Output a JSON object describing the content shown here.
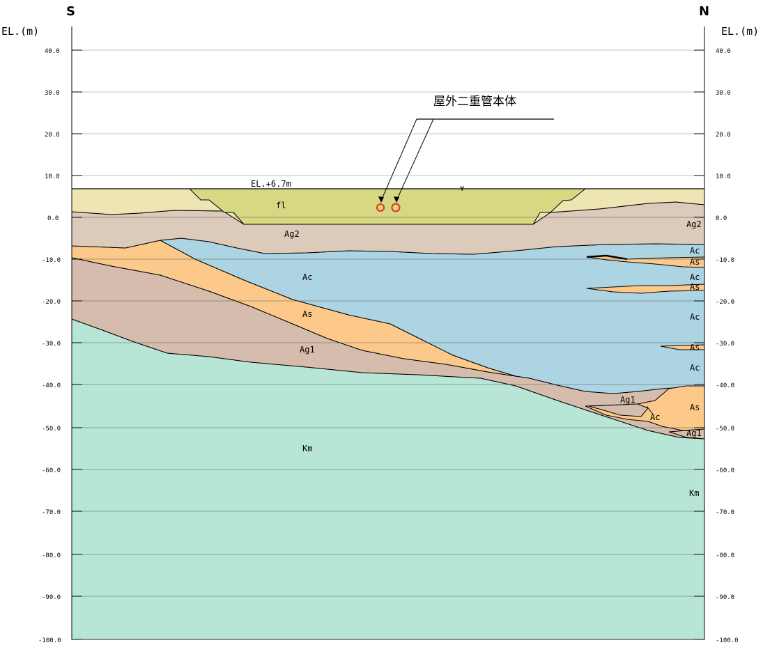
{
  "directions": {
    "left": "S",
    "right": "N"
  },
  "axis": {
    "unit_label_left": "EL.(m)",
    "unit_label_right": "EL.(m)",
    "ticks_left": [
      "40.0",
      "30.0",
      "20.0",
      "10.0",
      "0.0",
      "-10.0",
      "-20.0",
      "-30.0",
      "-40.0",
      "-50.0",
      "-60.0",
      "-70.0",
      "-80.0",
      "-90.0",
      "-100.0"
    ],
    "ticks_right": [
      "40.0",
      "30.0",
      "20.0",
      "10.0",
      "0.0",
      "-10.0",
      "-20.0",
      "-30.0",
      "-40.0",
      "-50.0",
      "-60.0",
      "-70.0",
      "-80.0",
      "-90.0",
      "-100.0"
    ]
  },
  "ground_surface_label": "EL.+6.7m",
  "pipe_annotation": "屋外二重管本体",
  "colors": {
    "fl": "#d6d882",
    "topsoil": "#ede6b4",
    "Ag2": "#dccabb",
    "Ac": "#add4e2",
    "As": "#fcc98a",
    "Ag1": "#d6bcac",
    "Km": "#b8e6d6",
    "pipe": "#e8301c"
  },
  "layer_labels": {
    "fl": "fl",
    "ag2_main": "Ag2",
    "ag2_right": "Ag2",
    "ac_main": "Ac",
    "as_main": "As",
    "ag1_main": "Ag1",
    "km_main": "Km",
    "km_right": "Km",
    "right_ac_1": "Ac",
    "right_as_1": "As",
    "right_ac_2": "Ac",
    "right_as_2": "As",
    "right_ac_3": "Ac",
    "right_as_3": "As",
    "right_ac_4": "Ac",
    "right_ag1_1": "Ag1",
    "right_ac_5": "Ac",
    "right_as_4": "As",
    "right_ag1_2": "Ag1"
  }
}
